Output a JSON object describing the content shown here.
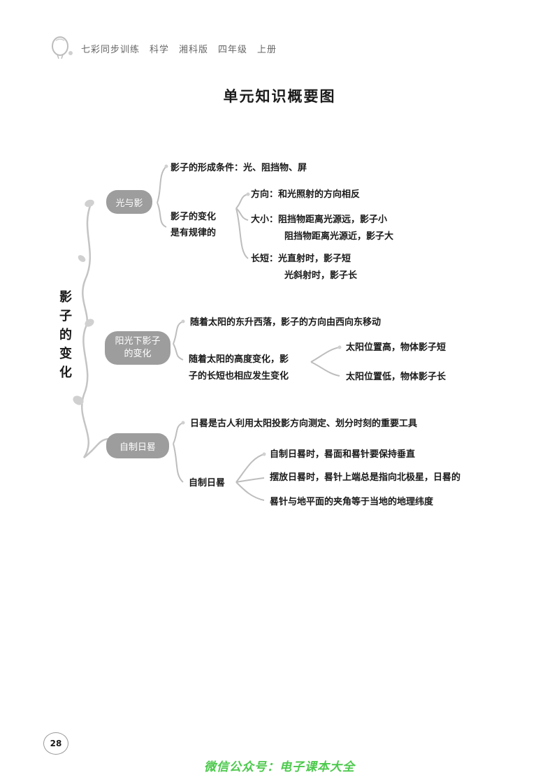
{
  "header": {
    "text": "七彩同步训练　科学　湘科版　四年级　上册"
  },
  "title": "单元知识概要图",
  "root_label": "影子的变化",
  "sections": [
    {
      "label": "光与影",
      "items": {
        "formation": "影子的形成条件：光、阻挡物、屏",
        "rule_label_1": "影子的变化",
        "rule_label_2": "是有规律的",
        "direction": "方向：和光照射的方向相反",
        "size_1": "大小：阻挡物距离光源远，影子小",
        "size_2": "阻挡物距离光源近，影子大",
        "length_1": "长短：光直射时，影子短",
        "length_2": "光斜射时，影子长"
      }
    },
    {
      "label": "阳光下影子的变化",
      "label_1": "阳光下影子",
      "label_2": "的变化",
      "items": {
        "sun_move": "随着太阳的东升西落，影子的方向由西向东移动",
        "height_1": "随着太阳的高度变化，影",
        "height_2": "子的长短也相应发生变化",
        "high": "太阳位置高，物体影子短",
        "low": "太阳位置低，物体影子长"
      }
    },
    {
      "label": "自制日晷",
      "items": {
        "sundial_desc": "日晷是古人利用太阳投影方向测定、划分时刻的重要工具",
        "make_label": "自制日晷",
        "make_1": "自制日晷时，晷面和晷针要保持垂直",
        "make_2": "摆放日晷时，晷针上端总是指向北极星，日晷的",
        "make_3": "晷针与地平面的夹角等于当地的地理纬度"
      }
    }
  ],
  "page_number": "28",
  "footer": "微信公众号：电子课本大全"
}
